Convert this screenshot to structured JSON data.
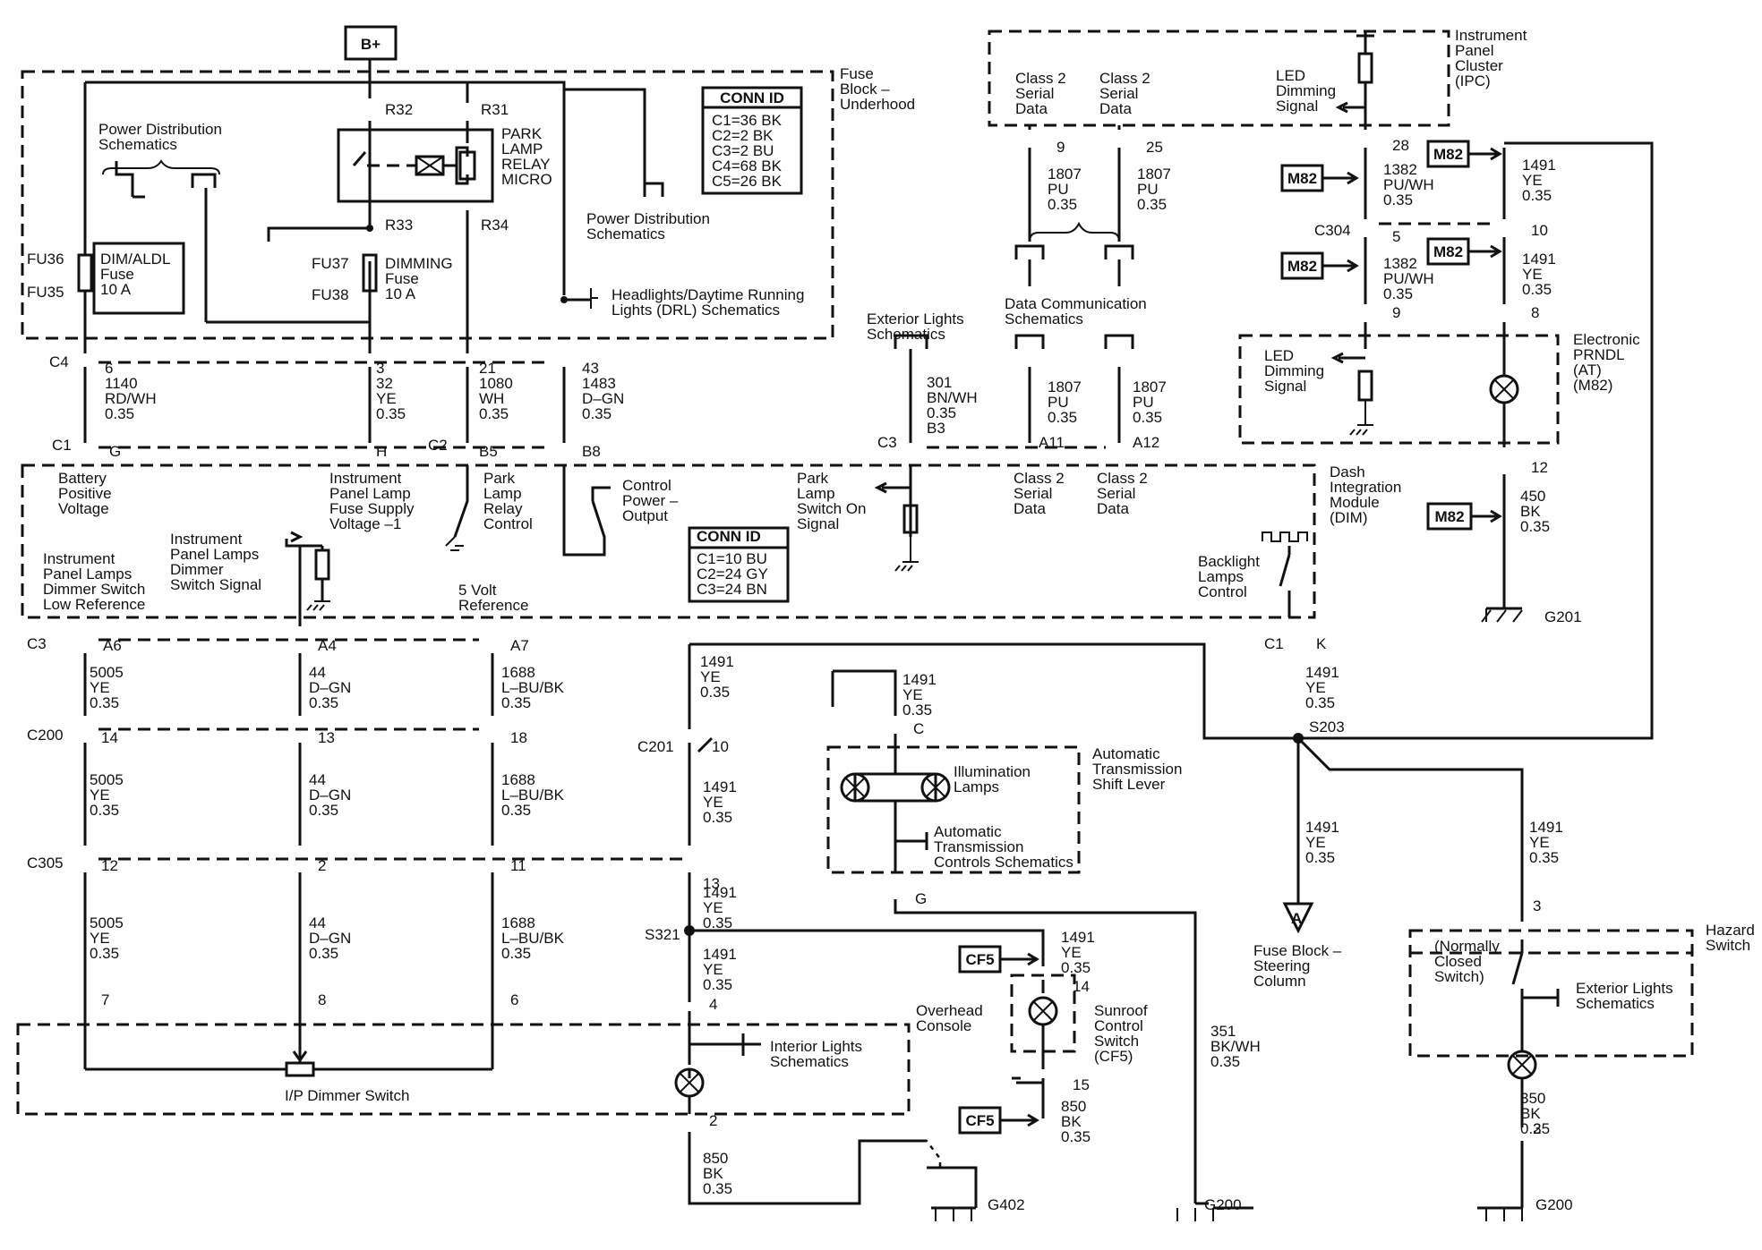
{
  "diagram": {
    "power": "B+",
    "fuse_block_title": [
      "Fuse",
      "Block –",
      "Underhood"
    ],
    "conn_id_title": "CONN ID",
    "conn_id_fuse": [
      "C1=36 BK",
      "C2=2 BK",
      "C3=2 BU",
      "C4=68 BK",
      "C5=26 BK"
    ],
    "conn_id_dim": [
      "C1=10 BU",
      "C2=24 GY",
      "C3=24 BN"
    ],
    "power_dist": [
      "Power Distribution",
      "Schematics"
    ],
    "relay": [
      "PARK",
      "LAMP",
      "RELAY",
      "MICRO"
    ],
    "fuses": {
      "fu36": "FU36",
      "fu35": "FU35",
      "dimaldl": [
        "DIM/ALDL",
        "Fuse",
        "10 A"
      ],
      "fu37": "FU37",
      "fu38": "FU38",
      "dimming": [
        "DIMMING",
        "Fuse",
        "10 A"
      ]
    },
    "terms": {
      "r32": "R32",
      "r31": "R31",
      "r33": "R33",
      "r34": "R34"
    },
    "headlights": [
      "Headlights/Daytime Running",
      "Lights (DRL) Schematics"
    ],
    "c4": "C4",
    "c1": "C1",
    "c2": "C2",
    "c3": "C3",
    "c200": "C200",
    "c305": "C305",
    "c201": "C201",
    "c304": "C304",
    "wires_top": [
      [
        "6",
        "1140",
        "RD/WH",
        "0.35",
        "G"
      ],
      [
        "3",
        "32",
        "YE",
        "0.35",
        "H"
      ],
      [
        "21",
        "1080",
        "WH",
        "0.35",
        "B5"
      ],
      [
        "43",
        "1483",
        "D–GN",
        "0.35",
        "B8"
      ]
    ],
    "dim_labels": {
      "battery": [
        "Battery",
        "Positive",
        "Voltage"
      ],
      "ipfuse": [
        "Instrument",
        "Panel Lamp",
        "Fuse Supply",
        "Voltage –1"
      ],
      "park": [
        "Park",
        "Lamp",
        "Relay",
        "Control"
      ],
      "control": [
        "Control",
        "Power –",
        "Output"
      ],
      "parkswitch": [
        "Park",
        "Lamp",
        "Switch On",
        "Signal"
      ],
      "lowref": [
        "Instrument",
        "Panel Lamps",
        "Dimmer Switch",
        "Low Reference"
      ],
      "dimsig": [
        "Instrument",
        "Panel Lamps",
        "Dimmer",
        "Switch Signal"
      ],
      "fivev": [
        "5 Volt",
        "Reference"
      ],
      "backlight": [
        "Backlight",
        "Lamps",
        "Control"
      ],
      "dim_title": [
        "Dash",
        "Integration",
        "Module",
        "(DIM)"
      ],
      "class2a": [
        "Class 2",
        "Serial",
        "Data"
      ]
    },
    "exterior": [
      "Exterior Lights",
      "Schematics"
    ],
    "wire301": [
      "301",
      "BN/WH",
      "0.35",
      "B3"
    ],
    "datacomm": [
      "Data Communication",
      "Schematics"
    ],
    "wire1807": [
      "1807",
      "PU",
      "0.35"
    ],
    "pins": {
      "p9": "9",
      "p25": "25",
      "a11": "A11",
      "a12": "A12",
      "p28": "28",
      "p5": "5",
      "p10": "10",
      "p8": "8",
      "p12": "12",
      "k": "K",
      "a6": "A6",
      "a4": "A4",
      "a7": "A7",
      "p14": "14",
      "p13": "13",
      "p18": "18",
      "p12b": "12",
      "p2": "2",
      "p11": "11",
      "p7": "7",
      "p8b": "8",
      "p6": "6",
      "p10b": "10",
      "p13b": "13",
      "p4": "4",
      "p2b": "2",
      "c": "C",
      "g": "G",
      "p14b": "14",
      "p15": "15",
      "p3": "3",
      "p2c": "2"
    },
    "ipc_title": [
      "Instrument",
      "Panel",
      "Cluster",
      "(IPC)"
    ],
    "led": [
      "LED",
      "Dimming",
      "Signal"
    ],
    "m82": "M82",
    "wire1382": [
      "1382",
      "PU/WH",
      "0.35"
    ],
    "wire1491": [
      "1491",
      "YE",
      "0.35"
    ],
    "prndl": [
      "Electronic",
      "PRNDL",
      "(AT)",
      "(M82)"
    ],
    "wire450": [
      "450",
      "BK",
      "0.35"
    ],
    "g201": "G201",
    "g402": "G402",
    "g200": "G200",
    "wire5005": [
      "5005",
      "YE",
      "0.35"
    ],
    "wire44": [
      "44",
      "D–GN",
      "0.35"
    ],
    "wire1688": [
      "1688",
      "L–BU/BK",
      "0.35"
    ],
    "dimmer_switch": "I/P Dimmer Switch",
    "overhead": [
      "Overhead",
      "Console"
    ],
    "interior": [
      "Interior Lights",
      "Schematics"
    ],
    "s321": "S321",
    "s203": "S203",
    "illum": [
      "Illumination",
      "Lamps"
    ],
    "ats": [
      "Automatic",
      "Transmission",
      "Shift Lever"
    ],
    "atcs": [
      "Automatic",
      "Transmission",
      "Controls Schematics"
    ],
    "cf5": "CF5",
    "wire1491b": [
      "1491",
      "YE",
      "0.35"
    ],
    "sunroof": [
      "Sunroof",
      "Control",
      "Switch",
      "(CF5)"
    ],
    "wire850": [
      "850",
      "BK",
      "0.35"
    ],
    "fuseblock_sc": [
      "Fuse Block –",
      "Steering",
      "Column"
    ],
    "fuse_a": "A",
    "wire351": [
      "351",
      "BK/WH",
      "0.35"
    ],
    "hazard": [
      "Hazard",
      "Switch"
    ],
    "nc": [
      "(Normally",
      "Closed",
      "Switch)"
    ],
    "extlights": [
      "Exterior Lights",
      "Schematics"
    ],
    "wire350": [
      "350",
      "BK",
      "0.35"
    ]
  }
}
